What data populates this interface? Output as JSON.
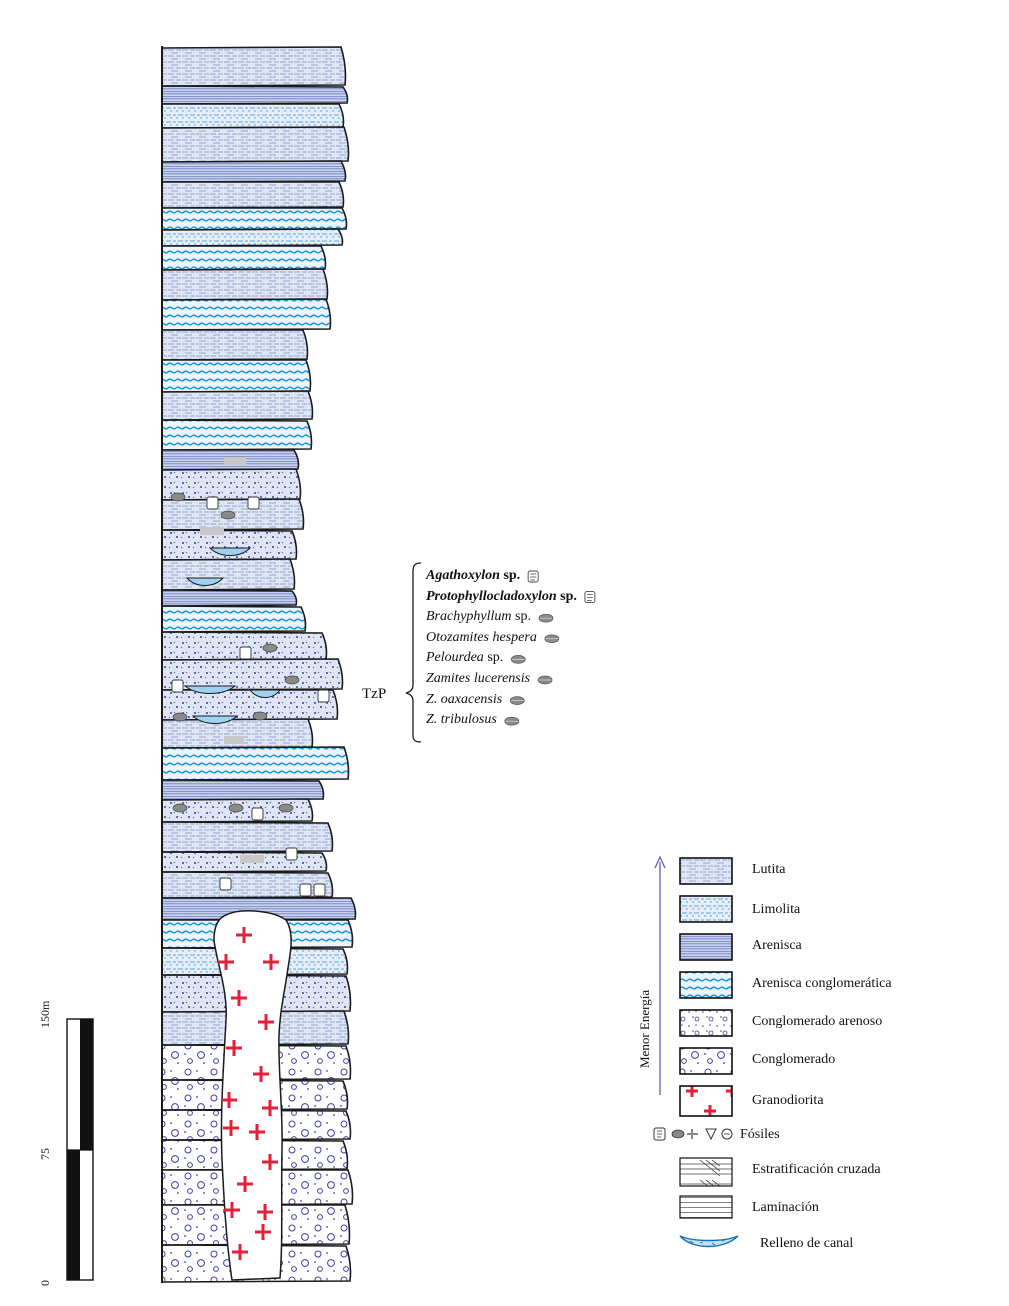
{
  "taxa": [
    {
      "name": "Agathoxylon",
      "suffix": " sp.",
      "bold": true,
      "fossil_icon": "wood-fossil-icon"
    },
    {
      "name": "Protophyllocladoxylon",
      "suffix": " sp.",
      "bold": true,
      "fossil_icon": "wood-fossil-icon"
    },
    {
      "name": "Brachyphyllum",
      "suffix": " sp.",
      "bold": false,
      "fossil_icon": "leaf-fossil-icon"
    },
    {
      "name": "Otozamites hespera",
      "suffix": "",
      "bold": false,
      "fossil_icon": "leaf-fossil-icon"
    },
    {
      "name": "Pelourdea",
      "suffix": " sp.",
      "bold": false,
      "fossil_icon": "leaf-fossil-icon"
    },
    {
      "name": "Zamites lucerensis",
      "suffix": "",
      "bold": false,
      "fossil_icon": "leaf-fossil-icon"
    },
    {
      "name": "Z. oaxacensis",
      "suffix": "",
      "bold": false,
      "fossil_icon": "leaf-fossil-icon"
    },
    {
      "name": "Z. tribulosus",
      "suffix": "",
      "bold": false,
      "fossil_icon": "leaf-fossil-icon"
    }
  ],
  "formation_label": "TzP",
  "legend": {
    "axis_label": "Menor Energía",
    "items": [
      {
        "label": "Lutita",
        "pattern": "lutita"
      },
      {
        "label": "Limolita",
        "pattern": "limolita"
      },
      {
        "label": "Arenisca",
        "pattern": "arenisca"
      },
      {
        "label": "Arenisca conglomerática",
        "pattern": "arenisca-conglomeratica"
      },
      {
        "label": "Conglomerado arenoso",
        "pattern": "conglomerado-arenoso"
      },
      {
        "label": "Conglomerado",
        "pattern": "conglomerado"
      },
      {
        "label": "Granodiorita",
        "pattern": "granodiorita"
      },
      {
        "label": "Fósiles",
        "pattern": "fosiles"
      },
      {
        "label": "Estratificación cruzada",
        "pattern": "cruzada"
      },
      {
        "label": "Laminación",
        "pattern": "laminacion"
      },
      {
        "label": "Relleno de canal",
        "pattern": "canal"
      }
    ]
  },
  "scale_bar": {
    "labels": [
      "0",
      "75",
      "150m"
    ]
  },
  "colors": {
    "shale_fill": "#dfe6f4",
    "silt_fill": "#e7ecf7",
    "pattern_blue": "#2a8fd6",
    "sand_blue": "#6f80c2",
    "conglomerate_blue": "#3c3fa8",
    "granodiorite_red": "#e3213a",
    "outline": "#1a1a1a",
    "arrow_blue": "#5b5fc7"
  }
}
